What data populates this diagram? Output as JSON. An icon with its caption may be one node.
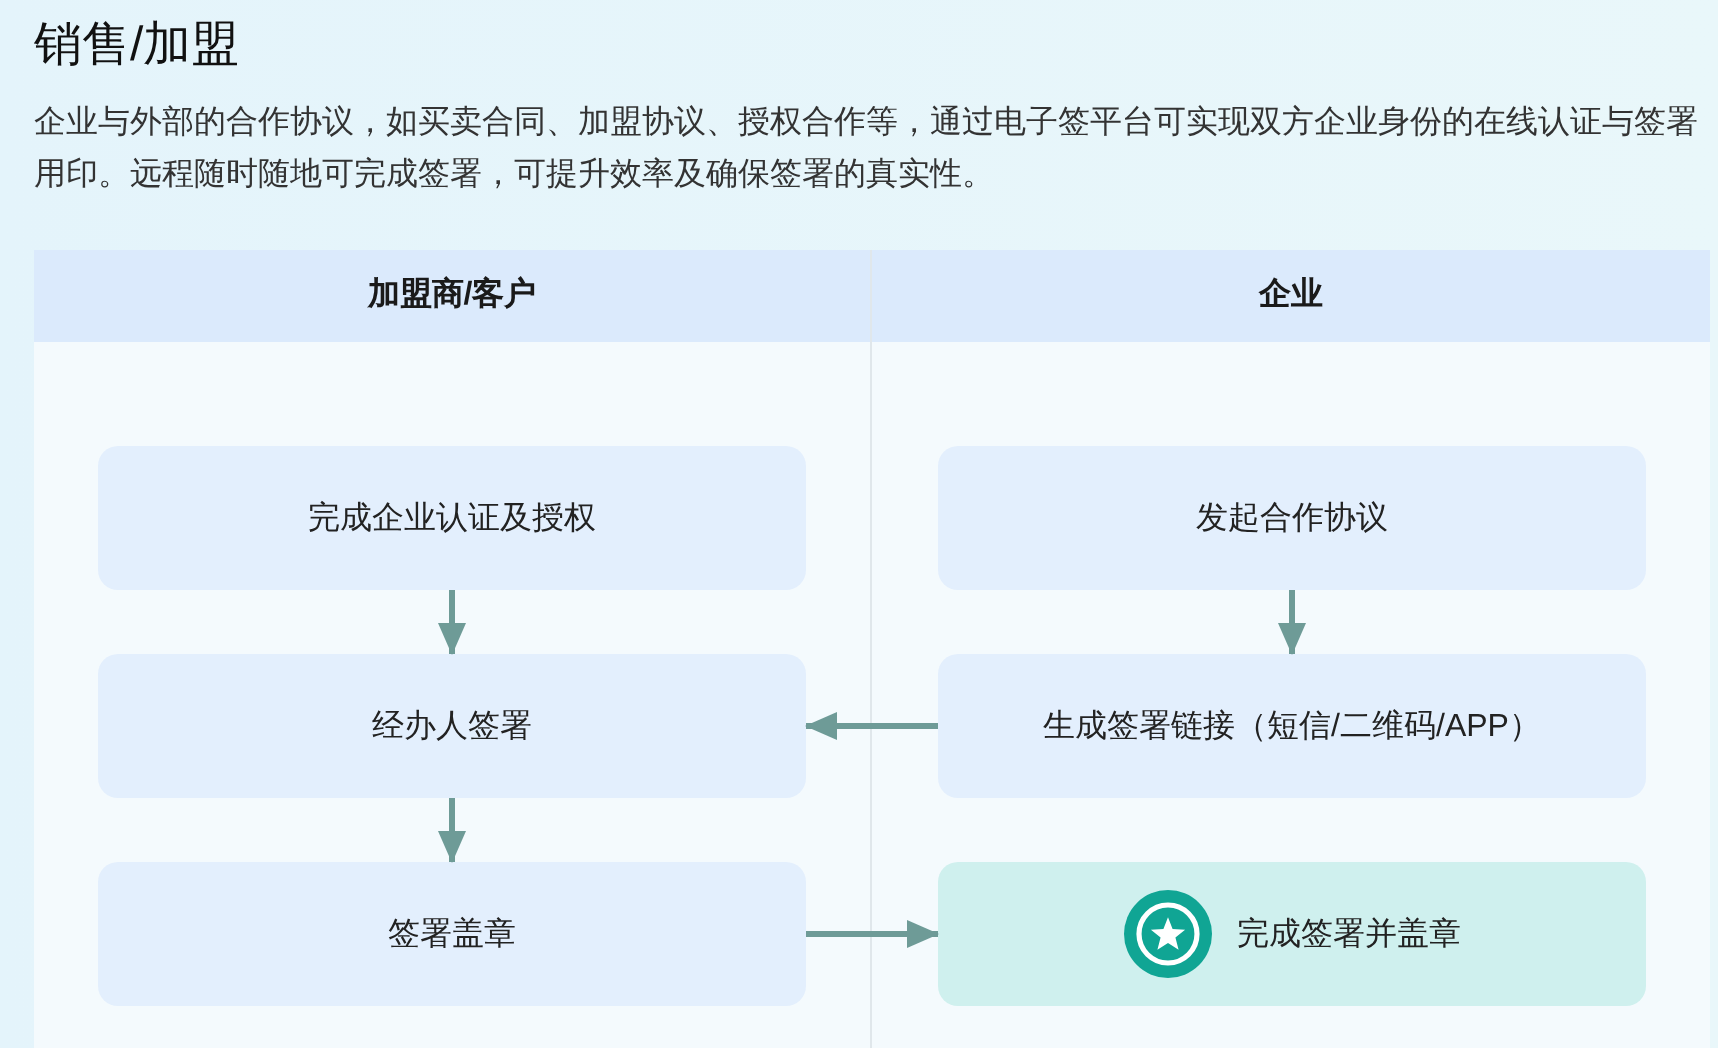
{
  "diagram": {
    "title": "销售/加盟",
    "labels": [
      "企业与外部的合作协议，如买卖合同、加盟协议、授权合作等，通过电子签平台可实现双方企业身份的在线认证与签署用印。远程随时随地可完成签署，可提升效率及确保签署的真实性。"
    ],
    "nodes": [
      {
        "text": [
          "加盟商/客户"
        ]
      },
      {
        "text": [
          "企业"
        ]
      },
      {
        "text": [
          "完成企业认证及授权"
        ],
        "in": 0
      },
      {
        "text": [
          "发起合作协议"
        ],
        "in": 1
      },
      {
        "text": [
          "经办人签署"
        ],
        "in": 0
      },
      {
        "text": [
          "生成签署链接（短信/二维码/APP）"
        ],
        "in": 1
      },
      {
        "text": [
          "签署盖章"
        ],
        "in": 0
      },
      {
        "text": [
          "完成签署并盖章"
        ],
        "in": 1
      }
    ],
    "edges": [
      {
        "from": 2,
        "to": 4,
        "arrow": "to"
      },
      {
        "from": 3,
        "to": 5,
        "arrow": "to"
      },
      {
        "from": 5,
        "to": 4,
        "arrow": "to"
      },
      {
        "from": 4,
        "to": 6,
        "arrow": "to"
      },
      {
        "from": 6,
        "to": 7,
        "arrow": "to"
      }
    ]
  }
}
